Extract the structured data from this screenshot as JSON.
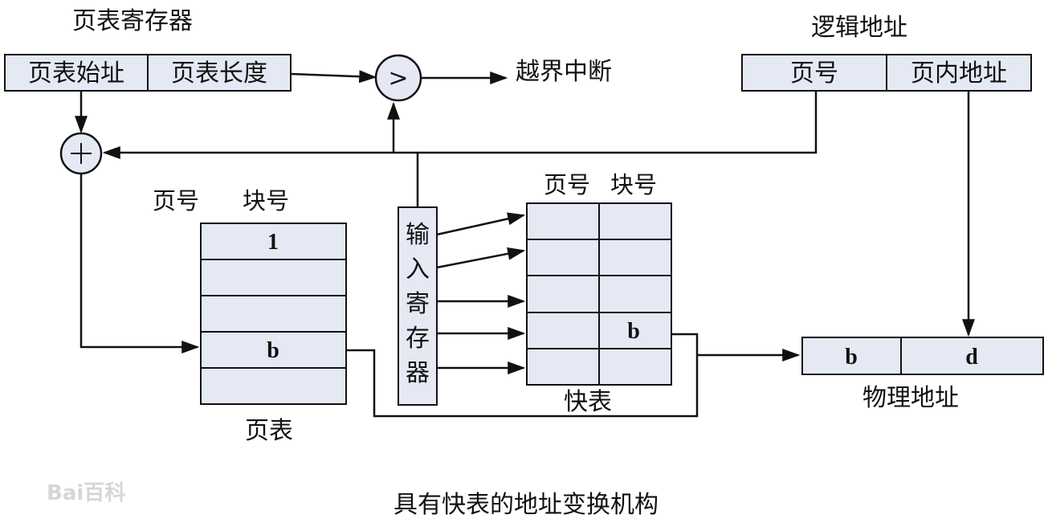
{
  "page_table_register": {
    "title": "页表寄存器",
    "start_addr": "页表始址",
    "length": "页表长度"
  },
  "comparator": {
    "symbol": ">"
  },
  "overflow_interrupt": "越界中断",
  "logical_address": {
    "title": "逻辑地址",
    "page_no": "页号",
    "offset": "页内地址"
  },
  "adder": {
    "symbol": "+"
  },
  "page_table": {
    "header_page": "页号",
    "header_block": "块号",
    "rows": [
      "1",
      "",
      "",
      "b",
      ""
    ],
    "caption": "页表"
  },
  "input_register": {
    "chars": [
      "输",
      "入",
      "寄",
      "存",
      "器"
    ]
  },
  "tlb": {
    "header_page": "页号",
    "header_block": "块号",
    "rows": [
      [
        "",
        ""
      ],
      [
        "",
        ""
      ],
      [
        "",
        ""
      ],
      [
        "",
        "b"
      ],
      [
        "",
        ""
      ]
    ],
    "caption": "快表"
  },
  "physical_address": {
    "block": "b",
    "offset": "d",
    "caption": "物理地址"
  },
  "watermark": "Bai百科",
  "caption": "具有快表的地址变换机构"
}
